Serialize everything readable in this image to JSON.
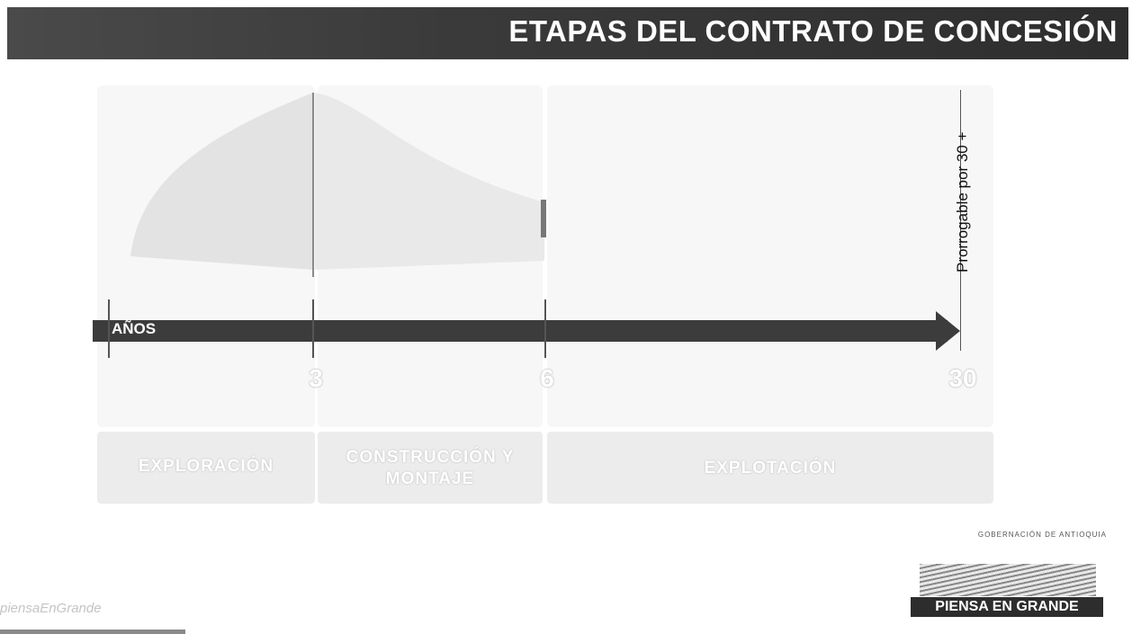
{
  "header": {
    "title": "ETAPAS DEL CONTRATO DE CONCESIÓN"
  },
  "timeline": {
    "axis_label": "AÑOS",
    "ticks": [
      "3",
      "6",
      "30"
    ],
    "extension_note": "Prorrogable por 30 +"
  },
  "phases": [
    {
      "label_line1": "EXPLORACIÓN",
      "label_line2": ""
    },
    {
      "label_line1": "CONSTRUCCIÓN Y",
      "label_line2": "MONTAJE"
    },
    {
      "label_line1": "EXPLOTACIÓN",
      "label_line2": ""
    }
  ],
  "footer": {
    "gob_text": "GOBERNACIÓN DE ANTIOQUIA",
    "logo_text": "PIENSA EN GRANDE",
    "script_text": "piensaEnGrande"
  },
  "colors": {
    "header": "#3a3a3a",
    "arrow": "#3c3c3c",
    "logo_box": "#2d2d2d"
  }
}
